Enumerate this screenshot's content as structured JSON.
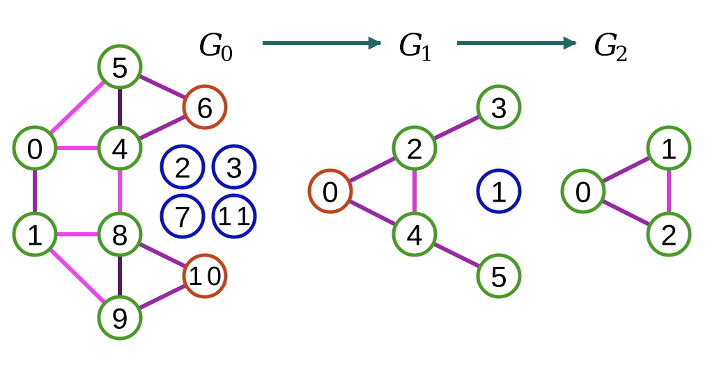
{
  "titles": [
    {
      "script": "G",
      "sub": "0"
    },
    {
      "script": "G",
      "sub": "1"
    },
    {
      "script": "G",
      "sub": "2"
    }
  ],
  "colors": {
    "green": "#4a9a2a",
    "red": "#c0441d",
    "blue": "#0c12b5",
    "arrow": "#236866",
    "magenta": "#ee44ee",
    "purple": "#962aa0",
    "dark_purple": "#5a1660",
    "mid_magenta": "#cc3fcf"
  },
  "graphs": [
    {
      "name": "G0",
      "nodes": [
        {
          "id": "5",
          "label": "5",
          "color": "green"
        },
        {
          "id": "6",
          "label": "6",
          "color": "red"
        },
        {
          "id": "0",
          "label": "0",
          "color": "green"
        },
        {
          "id": "4",
          "label": "4",
          "color": "green"
        },
        {
          "id": "2",
          "label": "2",
          "color": "blue"
        },
        {
          "id": "3",
          "label": "3",
          "color": "blue"
        },
        {
          "id": "7",
          "label": "7",
          "color": "blue"
        },
        {
          "id": "11",
          "label": "11",
          "color": "blue"
        },
        {
          "id": "1",
          "label": "1",
          "color": "green"
        },
        {
          "id": "8",
          "label": "8",
          "color": "green"
        },
        {
          "id": "10",
          "label": "10",
          "color": "red"
        },
        {
          "id": "9",
          "label": "9",
          "color": "green"
        }
      ],
      "edges": [
        {
          "from": "0",
          "to": "5",
          "color": "magenta"
        },
        {
          "from": "0",
          "to": "4",
          "color": "magenta"
        },
        {
          "from": "0",
          "to": "1",
          "color": "purple"
        },
        {
          "from": "5",
          "to": "4",
          "color": "dark_purple"
        },
        {
          "from": "5",
          "to": "6",
          "color": "purple"
        },
        {
          "from": "4",
          "to": "6",
          "color": "purple"
        },
        {
          "from": "4",
          "to": "8",
          "color": "magenta"
        },
        {
          "from": "1",
          "to": "8",
          "color": "magenta"
        },
        {
          "from": "1",
          "to": "9",
          "color": "magenta"
        },
        {
          "from": "8",
          "to": "9",
          "color": "dark_purple"
        },
        {
          "from": "8",
          "to": "10",
          "color": "purple"
        },
        {
          "from": "9",
          "to": "10",
          "color": "purple"
        }
      ]
    },
    {
      "name": "G1",
      "nodes": [
        {
          "id": "3",
          "label": "3",
          "color": "green"
        },
        {
          "id": "2",
          "label": "2",
          "color": "green"
        },
        {
          "id": "0",
          "label": "0",
          "color": "red"
        },
        {
          "id": "1",
          "label": "1",
          "color": "blue"
        },
        {
          "id": "4",
          "label": "4",
          "color": "green"
        },
        {
          "id": "5",
          "label": "5",
          "color": "green"
        }
      ],
      "edges": [
        {
          "from": "2",
          "to": "3",
          "color": "purple"
        },
        {
          "from": "0",
          "to": "2",
          "color": "purple"
        },
        {
          "from": "2",
          "to": "4",
          "color": "mid_magenta"
        },
        {
          "from": "0",
          "to": "4",
          "color": "purple"
        },
        {
          "from": "4",
          "to": "5",
          "color": "purple"
        }
      ]
    },
    {
      "name": "G2",
      "nodes": [
        {
          "id": "1",
          "label": "1",
          "color": "green"
        },
        {
          "id": "0",
          "label": "0",
          "color": "green"
        },
        {
          "id": "2",
          "label": "2",
          "color": "green"
        }
      ],
      "edges": [
        {
          "from": "0",
          "to": "1",
          "color": "purple"
        },
        {
          "from": "0",
          "to": "2",
          "color": "purple"
        },
        {
          "from": "1",
          "to": "2",
          "color": "mid_magenta"
        }
      ]
    }
  ]
}
